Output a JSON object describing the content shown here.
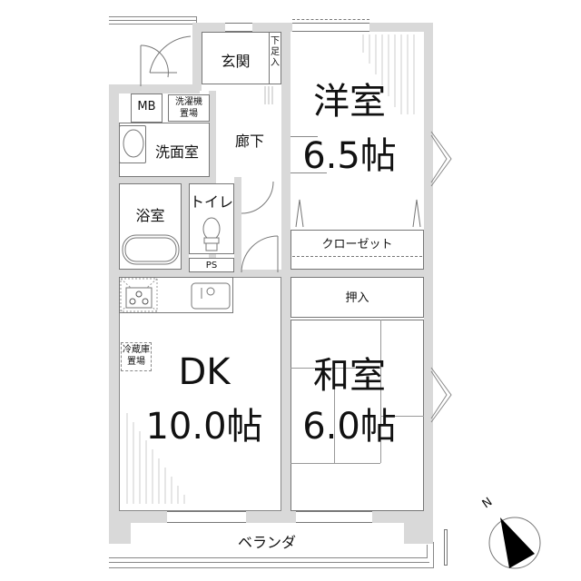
{
  "floorplan": {
    "rooms": {
      "entrance": "玄関",
      "shoe_storage": "下足入",
      "hallway": "廊下",
      "mb": "MB",
      "washer_space": "洗濯機置場",
      "washer_line1": "洗濯機",
      "washer_line2": "置場",
      "washroom": "洗面室",
      "bathroom": "浴室",
      "toilet": "トイレ",
      "ps": "PS",
      "western_room_name": "洋室",
      "western_room_size": "6.5帖",
      "closet": "クローゼット",
      "oshiire": "押入",
      "japanese_room_name": "和室",
      "japanese_room_size": "6.0帖",
      "dk_name": "DK",
      "dk_size": "10.0帖",
      "fridge_line1": "冷蔵庫",
      "fridge_line2": "置場",
      "veranda": "ベランダ"
    },
    "compass": {
      "label": "N"
    }
  }
}
